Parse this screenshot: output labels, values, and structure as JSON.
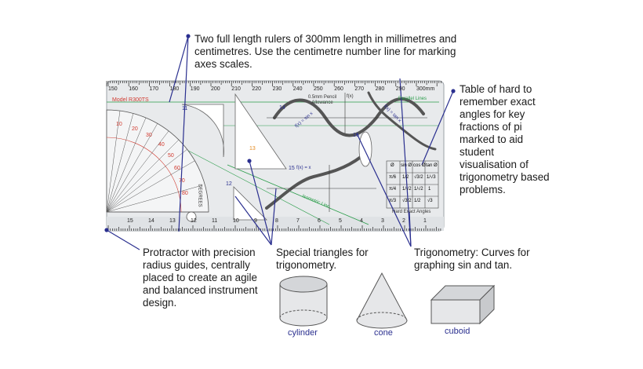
{
  "callouts": {
    "rulers": "Two full length rulers of 300mm length in millimetres and centimetres. Use the centimetre number line for marking axes scales.",
    "table": "Table of hard to remember exact angles for key fractions of pi marked to aid student visualisation of trigonometry based problems.",
    "protractor": "Protractor with precision radius guides, centrally placed to create an agile and balanced instrument design.",
    "triangles": "Special triangles for trigonometry.",
    "trig": "Trigonometry: Curves for graphing sin and tan."
  },
  "ruler": {
    "model": "Model R300TS",
    "top_scale": [
      "150",
      "160",
      "170",
      "180",
      "190",
      "200",
      "210",
      "220",
      "230",
      "240",
      "250",
      "260",
      "270",
      "280",
      "290",
      "300mm"
    ],
    "bottom_scale": [
      "15",
      "14",
      "13",
      "12",
      "11",
      "10",
      "9",
      "8",
      "7",
      "6",
      "5",
      "4",
      "3",
      "2",
      "1"
    ],
    "pencil_allowance": "0.5mm Pencil Allowance",
    "parallel_lines": "Parallel Lines",
    "isometric_line": "Isometric Line",
    "degrees": "DEGREES",
    "fx": "f(x)",
    "sin_label": "f(x) = sin x",
    "tan_label": "f(x) = tan x",
    "fx15": "f(x) = x",
    "table_title": "Hard Exact Angles",
    "table_header": [
      "Ø",
      "sin Ø",
      "cos Ø",
      "tan Ø"
    ],
    "table_rows": [
      [
        "π/6",
        "1/2",
        "√3/2",
        "1/√3"
      ],
      [
        "π/4",
        "1/√2",
        "1/√2",
        "1"
      ],
      [
        "π/3",
        "√3/2",
        "1/2",
        "√3"
      ]
    ],
    "small_numbers": [
      "14",
      "16",
      "15",
      "12",
      "11",
      "13"
    ]
  },
  "shapes": {
    "cylinder": "cylinder",
    "cone": "cone",
    "cuboid": "cuboid"
  },
  "colors": {
    "accent_blue": "#2a2f8f",
    "ruler_bg": "#e8eaec",
    "protractor_red": "#d13a2f",
    "green_line": "#2a9d4a",
    "orange": "#e58a1f"
  }
}
